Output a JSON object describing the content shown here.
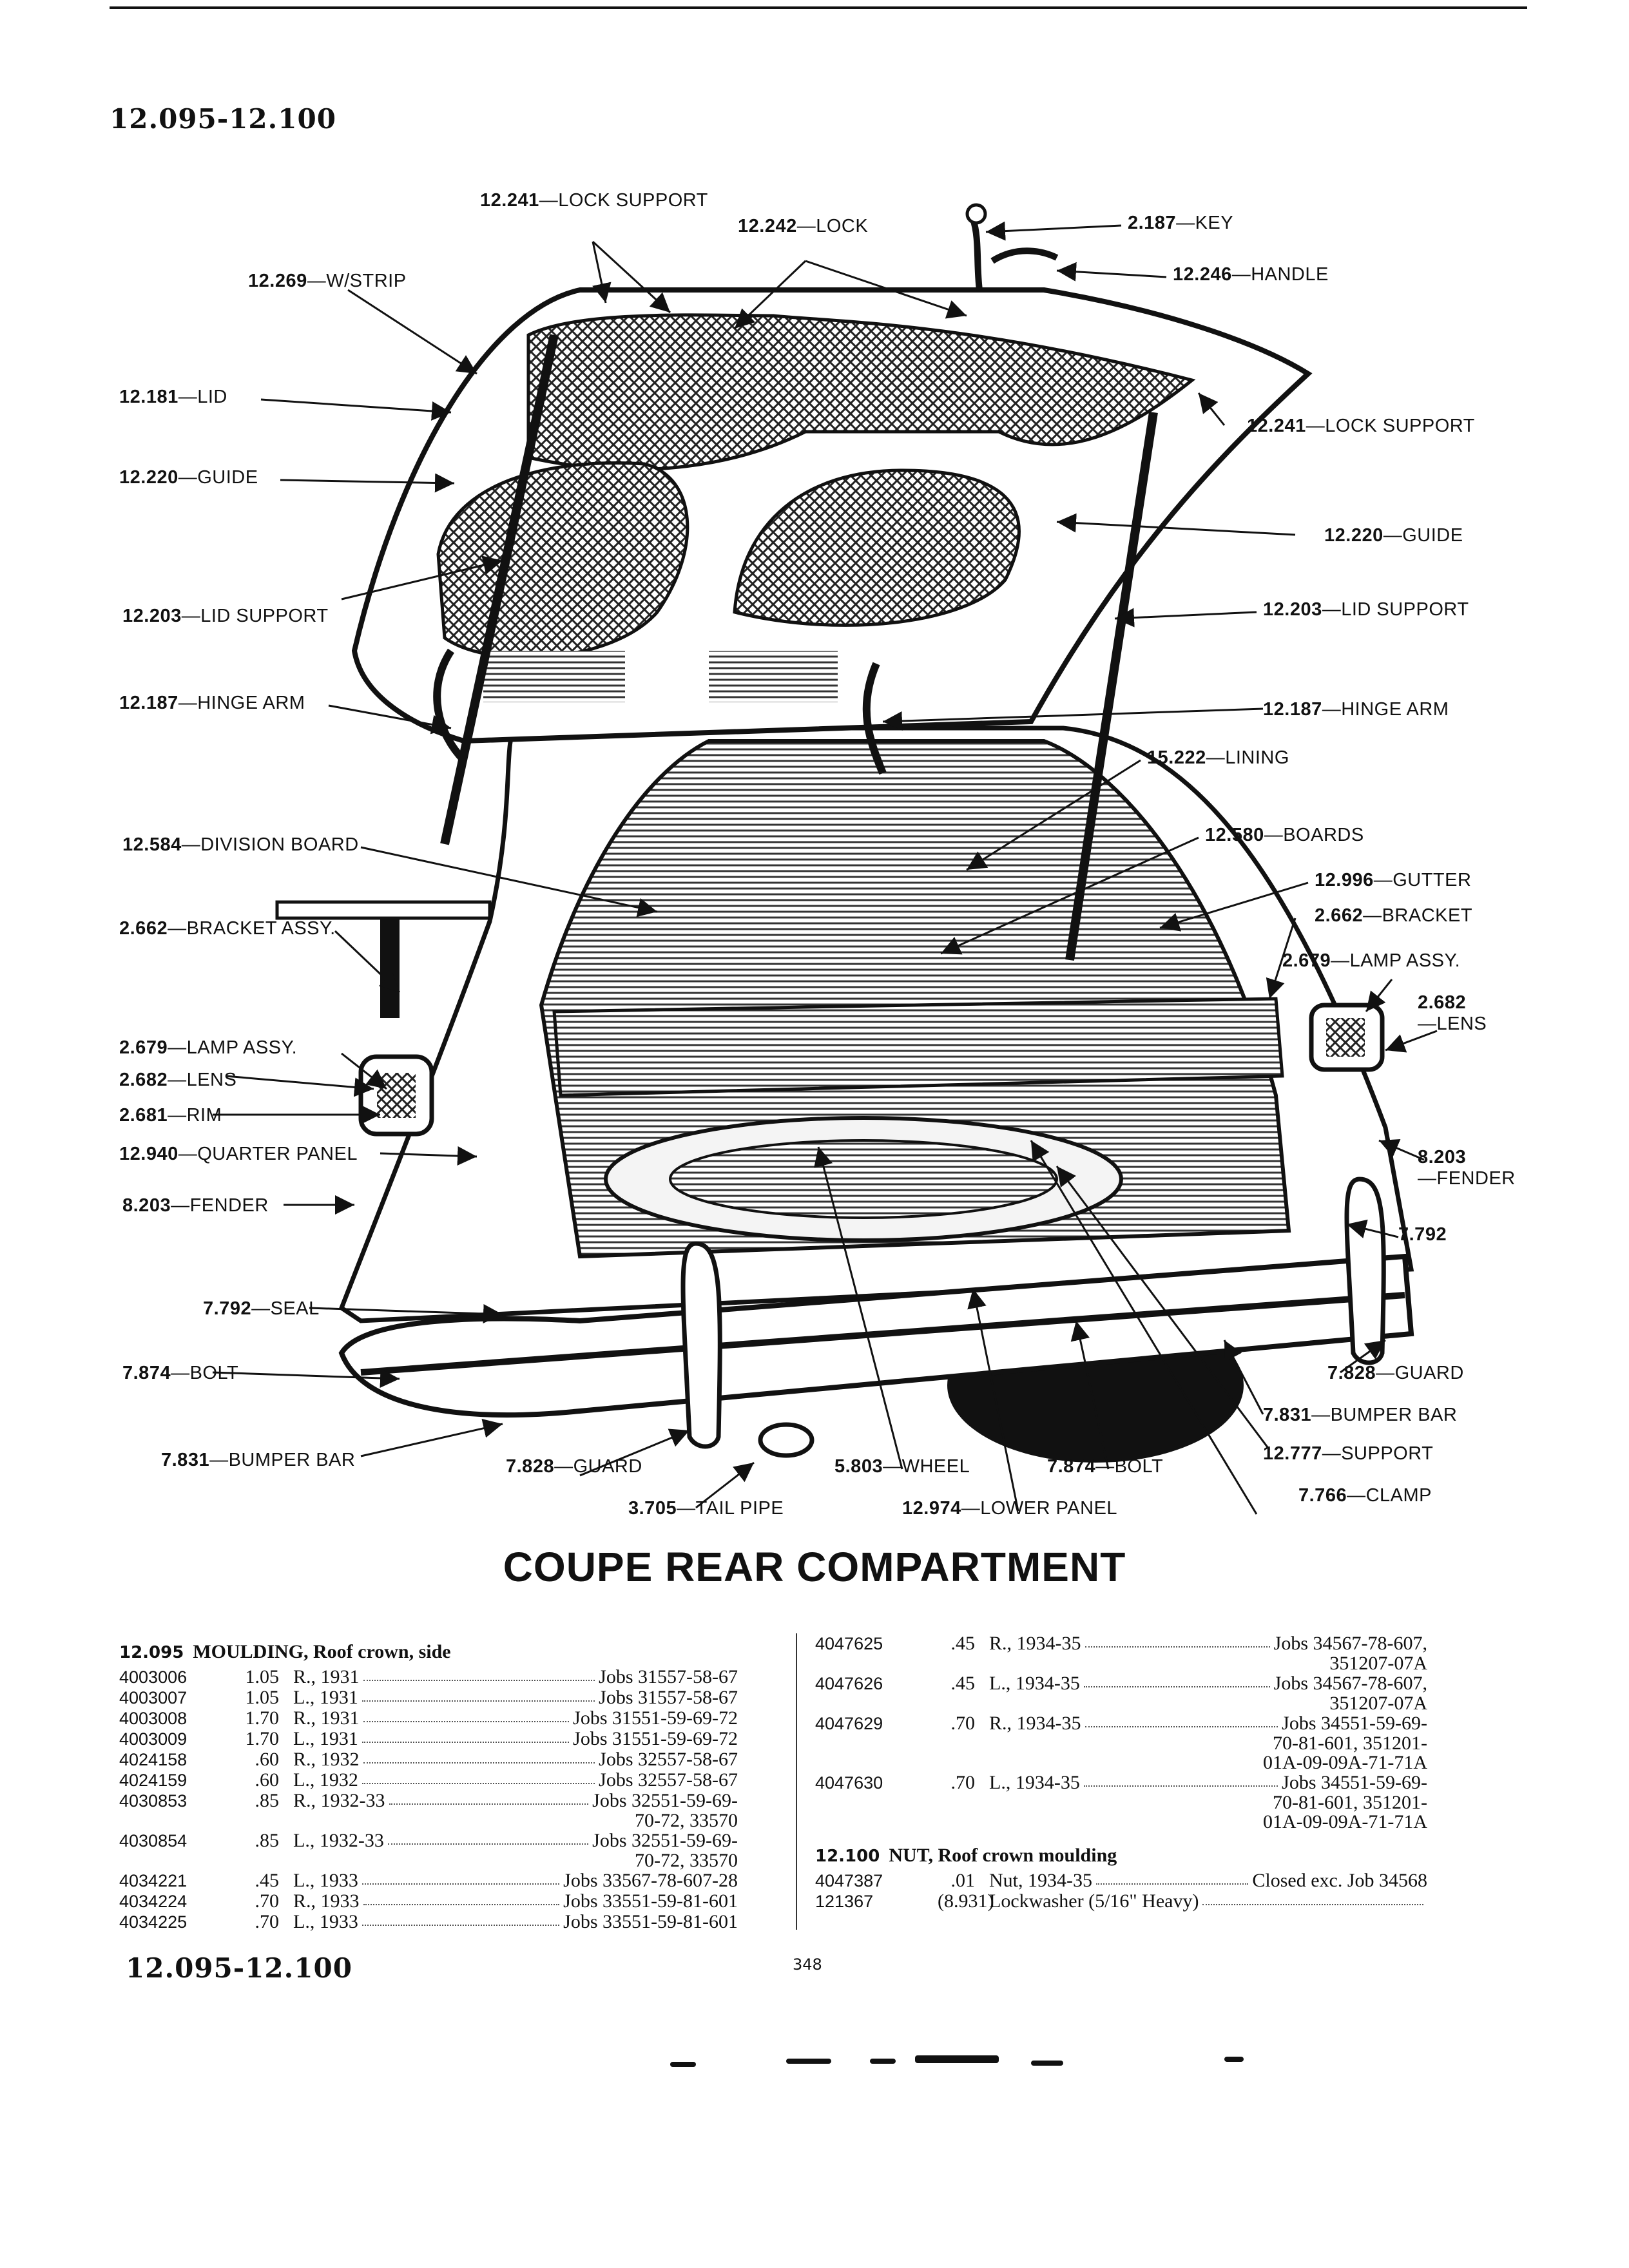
{
  "header": {
    "page_ref": "12.095-12.100"
  },
  "footer": {
    "page_ref": "12.095-12.100",
    "page_number": "348"
  },
  "title": "COUPE REAR COMPARTMENT",
  "callouts": [
    {
      "num": "12.241",
      "label": "LOCK SUPPORT"
    },
    {
      "num": "12.242",
      "label": "LOCK"
    },
    {
      "num": "2.187",
      "label": "KEY"
    },
    {
      "num": "12.246",
      "label": "HANDLE"
    },
    {
      "num": "12.269",
      "label": "W/STRIP"
    },
    {
      "num": "12.181",
      "label": "LID"
    },
    {
      "num": "12.241",
      "label": "LOCK SUPPORT"
    },
    {
      "num": "12.220",
      "label": "GUIDE"
    },
    {
      "num": "12.220",
      "label": "GUIDE"
    },
    {
      "num": "12.203",
      "label": "LID SUPPORT"
    },
    {
      "num": "12.203",
      "label": "LID SUPPORT"
    },
    {
      "num": "12.187",
      "label": "HINGE ARM"
    },
    {
      "num": "12.187",
      "label": "HINGE ARM"
    },
    {
      "num": "15.222",
      "label": "LINING"
    },
    {
      "num": "12.584",
      "label": "DIVISION BOARD"
    },
    {
      "num": "12.580",
      "label": "BOARDS"
    },
    {
      "num": "12.996",
      "label": "GUTTER"
    },
    {
      "num": "2.662",
      "label": "BRACKET ASSY."
    },
    {
      "num": "2.662",
      "label": "BRACKET"
    },
    {
      "num": "2.679",
      "label": "LAMP ASSY."
    },
    {
      "num": "2.682",
      "label": "LENS"
    },
    {
      "num": "2.679",
      "label": "LAMP ASSY."
    },
    {
      "num": "2.682",
      "label": "LENS"
    },
    {
      "num": "2.681",
      "label": "RIM"
    },
    {
      "num": "12.940",
      "label": "QUARTER PANEL"
    },
    {
      "num": "8.203",
      "label": "FENDER"
    },
    {
      "num": "8.203",
      "label": "FENDER"
    },
    {
      "num": "7.792",
      "label": "SEAL"
    },
    {
      "num": "7.792",
      "label": ""
    },
    {
      "num": "7.874",
      "label": "BOLT"
    },
    {
      "num": "7.828",
      "label": "GUARD"
    },
    {
      "num": "7.831",
      "label": "BUMPER BAR"
    },
    {
      "num": "7.831",
      "label": "BUMPER BAR"
    },
    {
      "num": "12.777",
      "label": "SUPPORT"
    },
    {
      "num": "7.828",
      "label": "GUARD"
    },
    {
      "num": "5.803",
      "label": "WHEEL"
    },
    {
      "num": "7.874",
      "label": "BOLT"
    },
    {
      "num": "7.766",
      "label": "CLAMP"
    },
    {
      "num": "3.705",
      "label": "TAIL PIPE"
    },
    {
      "num": "12.974",
      "label": "LOWER PANEL"
    }
  ],
  "sections": [
    {
      "code": "12.095",
      "name": "MOULDING, Roof crown, side",
      "rows": [
        {
          "pn": "4003006",
          "price": "1.05",
          "desc": "R., 1931",
          "jobs": "Jobs 31557-58-67",
          "cont": []
        },
        {
          "pn": "4003007",
          "price": "1.05",
          "desc": "L., 1931",
          "jobs": "Jobs 31557-58-67",
          "cont": []
        },
        {
          "pn": "4003008",
          "price": "1.70",
          "desc": "R., 1931",
          "jobs": "Jobs 31551-59-69-72",
          "cont": []
        },
        {
          "pn": "4003009",
          "price": "1.70",
          "desc": "L., 1931",
          "jobs": "Jobs 31551-59-69-72",
          "cont": []
        },
        {
          "pn": "4024158",
          "price": ".60",
          "desc": "R., 1932",
          "jobs": "Jobs 32557-58-67",
          "cont": []
        },
        {
          "pn": "4024159",
          "price": ".60",
          "desc": "L., 1932",
          "jobs": "Jobs 32557-58-67",
          "cont": []
        },
        {
          "pn": "4030853",
          "price": ".85",
          "desc": "R., 1932-33",
          "jobs": "Jobs 32551-59-69-",
          "cont": [
            "70-72, 33570"
          ]
        },
        {
          "pn": "4030854",
          "price": ".85",
          "desc": "L., 1932-33",
          "jobs": "Jobs 32551-59-69-",
          "cont": [
            "70-72, 33570"
          ]
        },
        {
          "pn": "4034221",
          "price": ".45",
          "desc": "L., 1933",
          "jobs": "Jobs 33567-78-607-28",
          "cont": []
        },
        {
          "pn": "4034224",
          "price": ".70",
          "desc": "R., 1933",
          "jobs": "Jobs 33551-59-81-601",
          "cont": []
        },
        {
          "pn": "4034225",
          "price": ".70",
          "desc": "L., 1933",
          "jobs": "Jobs 33551-59-81-601",
          "cont": []
        }
      ]
    },
    {
      "code": "",
      "name": "",
      "rows": [
        {
          "pn": "4047625",
          "price": ".45",
          "desc": "R., 1934-35",
          "jobs": "Jobs 34567-78-607,",
          "cont": [
            "351207-07A"
          ]
        },
        {
          "pn": "4047626",
          "price": ".45",
          "desc": "L., 1934-35",
          "jobs": "Jobs 34567-78-607,",
          "cont": [
            "351207-07A"
          ]
        },
        {
          "pn": "4047629",
          "price": ".70",
          "desc": "R., 1934-35",
          "jobs": "Jobs 34551-59-69-",
          "cont": [
            "70-81-601, 351201-",
            "01A-09-09A-71-71A"
          ]
        },
        {
          "pn": "4047630",
          "price": ".70",
          "desc": "L., 1934-35",
          "jobs": "Jobs 34551-59-69-",
          "cont": [
            "70-81-601, 351201-",
            "01A-09-09A-71-71A"
          ]
        }
      ]
    },
    {
      "code": "12.100",
      "name": "NUT, Roof crown moulding",
      "rows": [
        {
          "pn": "4047387",
          "price": ".01",
          "desc": "Nut, 1934-35",
          "jobs": "Closed exc. Job 34568",
          "cont": []
        },
        {
          "pn": "121367",
          "price": "(8.931)",
          "desc": "Lockwasher (5/16\" Heavy)",
          "jobs": "",
          "cont": []
        }
      ]
    }
  ]
}
